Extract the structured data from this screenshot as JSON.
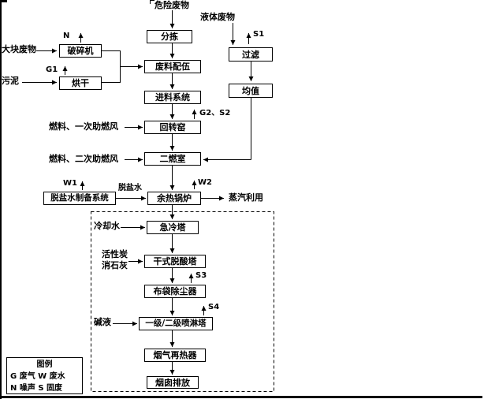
{
  "colors": {
    "ink": "#000000",
    "paper": "#ffffff"
  },
  "process": {
    "hazardous_waste": "危险废物",
    "sorting": "分拣",
    "blending": "废料配伍",
    "feeding": "进料系统",
    "rotary_kiln": "回转窑",
    "secondary_chamber": "二燃室",
    "waste_heat_boiler": "余热锅炉",
    "quench_tower": "急冷塔",
    "dry_deacid_tower": "干式脱酸塔",
    "bag_filter": "布袋除尘器",
    "spray_tower": "一级/二级喷淋塔",
    "flue_gas_reheater": "烟气再热器",
    "stack_emission": "烟囱排放"
  },
  "pretreatment": {
    "bulk_waste": "大块废物",
    "crusher": "破碎机",
    "sludge": "污泥",
    "dryer": "烘干"
  },
  "liquid_line": {
    "liquid_waste": "液体废物",
    "filter": "过滤",
    "homogenizer": "均值"
  },
  "inputs": {
    "fuel_primary_air": "燃料、一次助燃风",
    "fuel_secondary_air": "燃料、二次助燃风",
    "demin_water_system": "脱盐水制备系统",
    "demin_water": "脱盐水",
    "cooling_water": "冷却水",
    "activated_carbon": "活性炭",
    "slaked_lime": "消石灰",
    "alkali_liquor": "碱液"
  },
  "emissions": {
    "n": "N",
    "g1": "G1",
    "s1": "S1",
    "g2_s2": "G2、S2",
    "w1": "W1",
    "w2": "W2",
    "s3": "S3",
    "s4": "S4"
  },
  "outputs": {
    "steam_use": "蒸汽利用"
  },
  "legend": {
    "title": "图例",
    "row1": "G 废气 W 废水",
    "row2": "N 噪声 S 固废"
  }
}
